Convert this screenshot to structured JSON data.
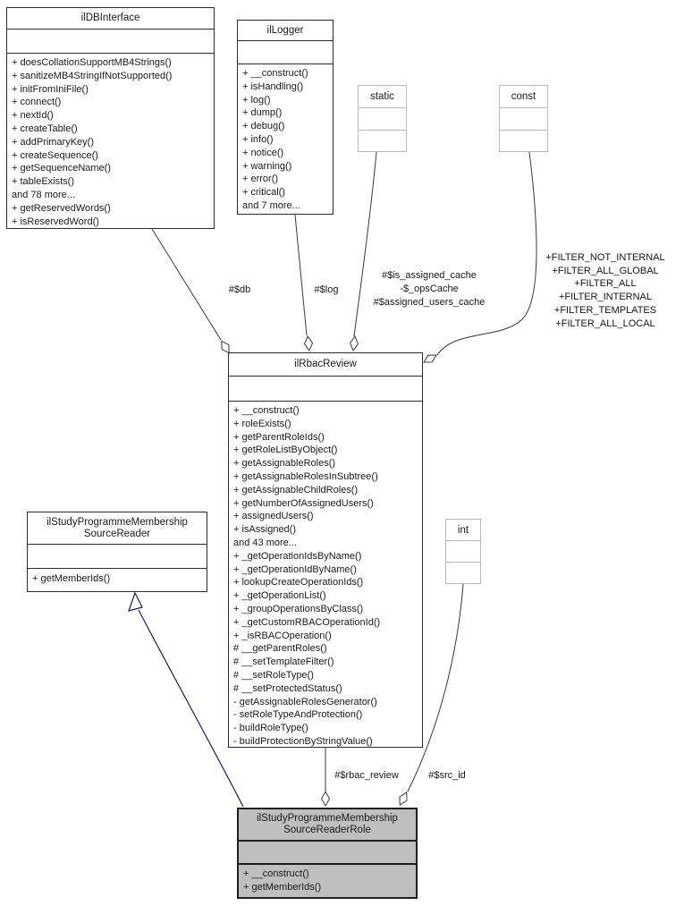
{
  "classes": {
    "db": {
      "title": "ilDBInterface",
      "methods": [
        "+ doesCollationSupportMB4Strings()",
        "+ sanitizeMB4StringIfNotSupported()",
        "+ initFromIniFile()",
        "+ connect()",
        "+ nextId()",
        "+ createTable()",
        "+ addPrimaryKey()",
        "+ createSequence()",
        "+ getSequenceName()",
        "+ tableExists()",
        "and 78 more...",
        "+ getReservedWords()",
        "+ isReservedWord()"
      ]
    },
    "logger": {
      "title": "ilLogger",
      "methods": [
        "+ __construct()",
        "+ isHandling()",
        "+ log()",
        "+ dump()",
        "+ debug()",
        "+ info()",
        "+ notice()",
        "+ warning()",
        "+ error()",
        "+ critical()",
        "and 7 more..."
      ]
    },
    "static_box": {
      "title": "static"
    },
    "const_box": {
      "title": "const"
    },
    "int_box": {
      "title": "int"
    },
    "rbac": {
      "title": "ilRbacReview",
      "methods": [
        "+ __construct()",
        "+ roleExists()",
        "+ getParentRoleIds()",
        "+ getRoleListByObject()",
        "+ getAssignableRoles()",
        "+ getAssignableRolesInSubtree()",
        "+ getAssignableChildRoles()",
        "+ getNumberOfAssignedUsers()",
        "+ assignedUsers()",
        "+ isAssigned()",
        "and 43 more...",
        "+ _getOperationIdsByName()",
        "+ _getOperationIdByName()",
        "+ lookupCreateOperationIds()",
        "+ _getOperationList()",
        "+ _groupOperationsByClass()",
        "+ _getCustomRBACOperationId()",
        "+ _isRBACOperation()",
        "# __getParentRoles()",
        "# __setTemplateFilter()",
        "# __setRoleType()",
        "# __setProtectedStatus()",
        "- getAssignableRolesGenerator()",
        "- setRoleTypeAndProtection()",
        "- buildRoleType()",
        "- buildProtectionByStringValue()"
      ]
    },
    "reader": {
      "title_lines": [
        "ilStudyProgrammeMembership",
        "SourceReader"
      ],
      "methods": [
        "+ getMemberIds()"
      ]
    },
    "role": {
      "title_lines": [
        "ilStudyProgrammeMembership",
        "SourceReaderRole"
      ],
      "methods": [
        "+ __construct()",
        "+ getMemberIds()"
      ]
    }
  },
  "edge_labels": {
    "db": "#$db",
    "log": "#$log",
    "cache_lines": [
      "#$is_assigned_cache",
      "-$_opsCache",
      "#$assigned_users_cache"
    ],
    "filter_lines": [
      "+FILTER_NOT_INTERNAL",
      "+FILTER_ALL_GLOBAL",
      "+FILTER_ALL",
      "+FILTER_INTERNAL",
      "+FILTER_TEMPLATES",
      "+FILTER_ALL_LOCAL"
    ],
    "rbac_review": "#$rbac_review",
    "src_id": "#$src_id"
  },
  "colors": {
    "highlight_fill": "#bfbfbf",
    "inheritance_blue": "#191970",
    "edge_stroke": "#383838",
    "builtin_border": "#b9b9b9"
  }
}
